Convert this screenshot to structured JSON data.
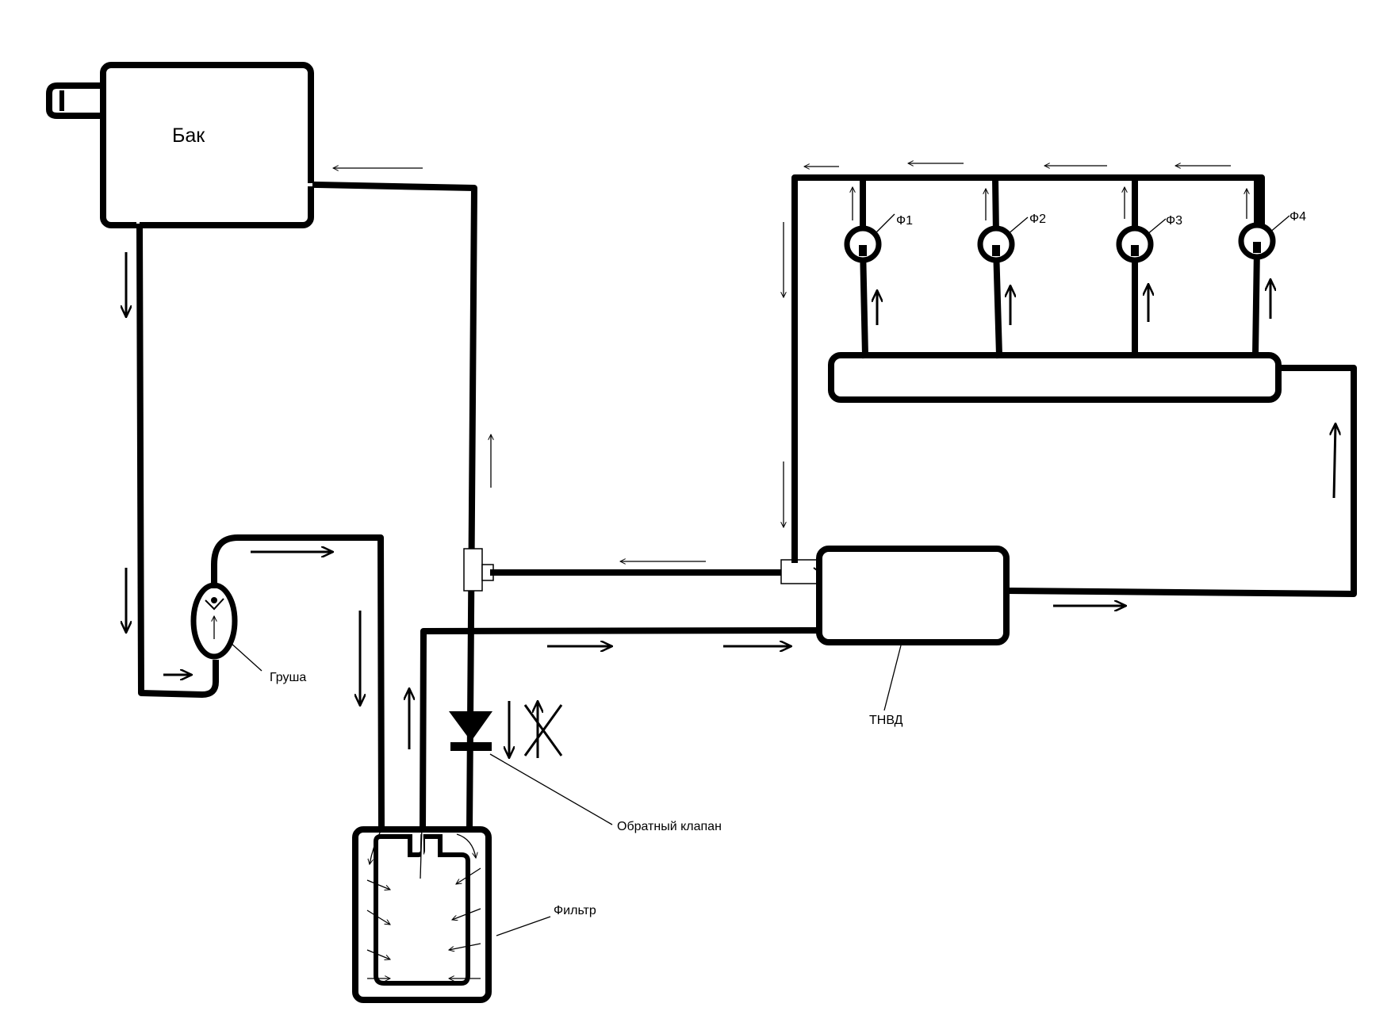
{
  "labels": {
    "tank": "Бак",
    "primer_bulb": "Груша",
    "check_valve": "Обратный клапан",
    "filter": "Фильтр",
    "injection_pump": "ТНВД",
    "injectors": [
      "Ф1",
      "Ф2",
      "Ф3",
      "Ф4"
    ]
  }
}
